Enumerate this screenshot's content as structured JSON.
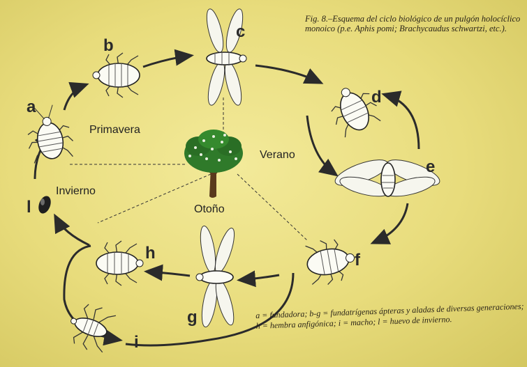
{
  "caption_top": "Fig. 8.–Esquema del ciclo biológico de un pulgón holocíclico monoico (p.e. Aphis pomi; Brachycaudus schwartzi, etc.).",
  "caption_bottom": "a = fundadora; b-g = fundatrígenas ápteras y aladas de diversas generaciones; h = hembra anfigónica; i = macho; l = huevo de invierno.",
  "stages": {
    "a": "a",
    "b": "b",
    "c": "c",
    "d": "d",
    "e": "e",
    "f": "f",
    "g": "g",
    "h": "h",
    "i": "i",
    "l": "l"
  },
  "seasons": {
    "spring": "Primavera",
    "summer": "Verano",
    "autumn": "Otoño",
    "winter": "Invierno"
  },
  "colors": {
    "background": "#e8dc7c",
    "ink": "#2b2b2b",
    "tree_foliage": "#2f7a2a",
    "tree_trunk": "#5a3a1c"
  }
}
